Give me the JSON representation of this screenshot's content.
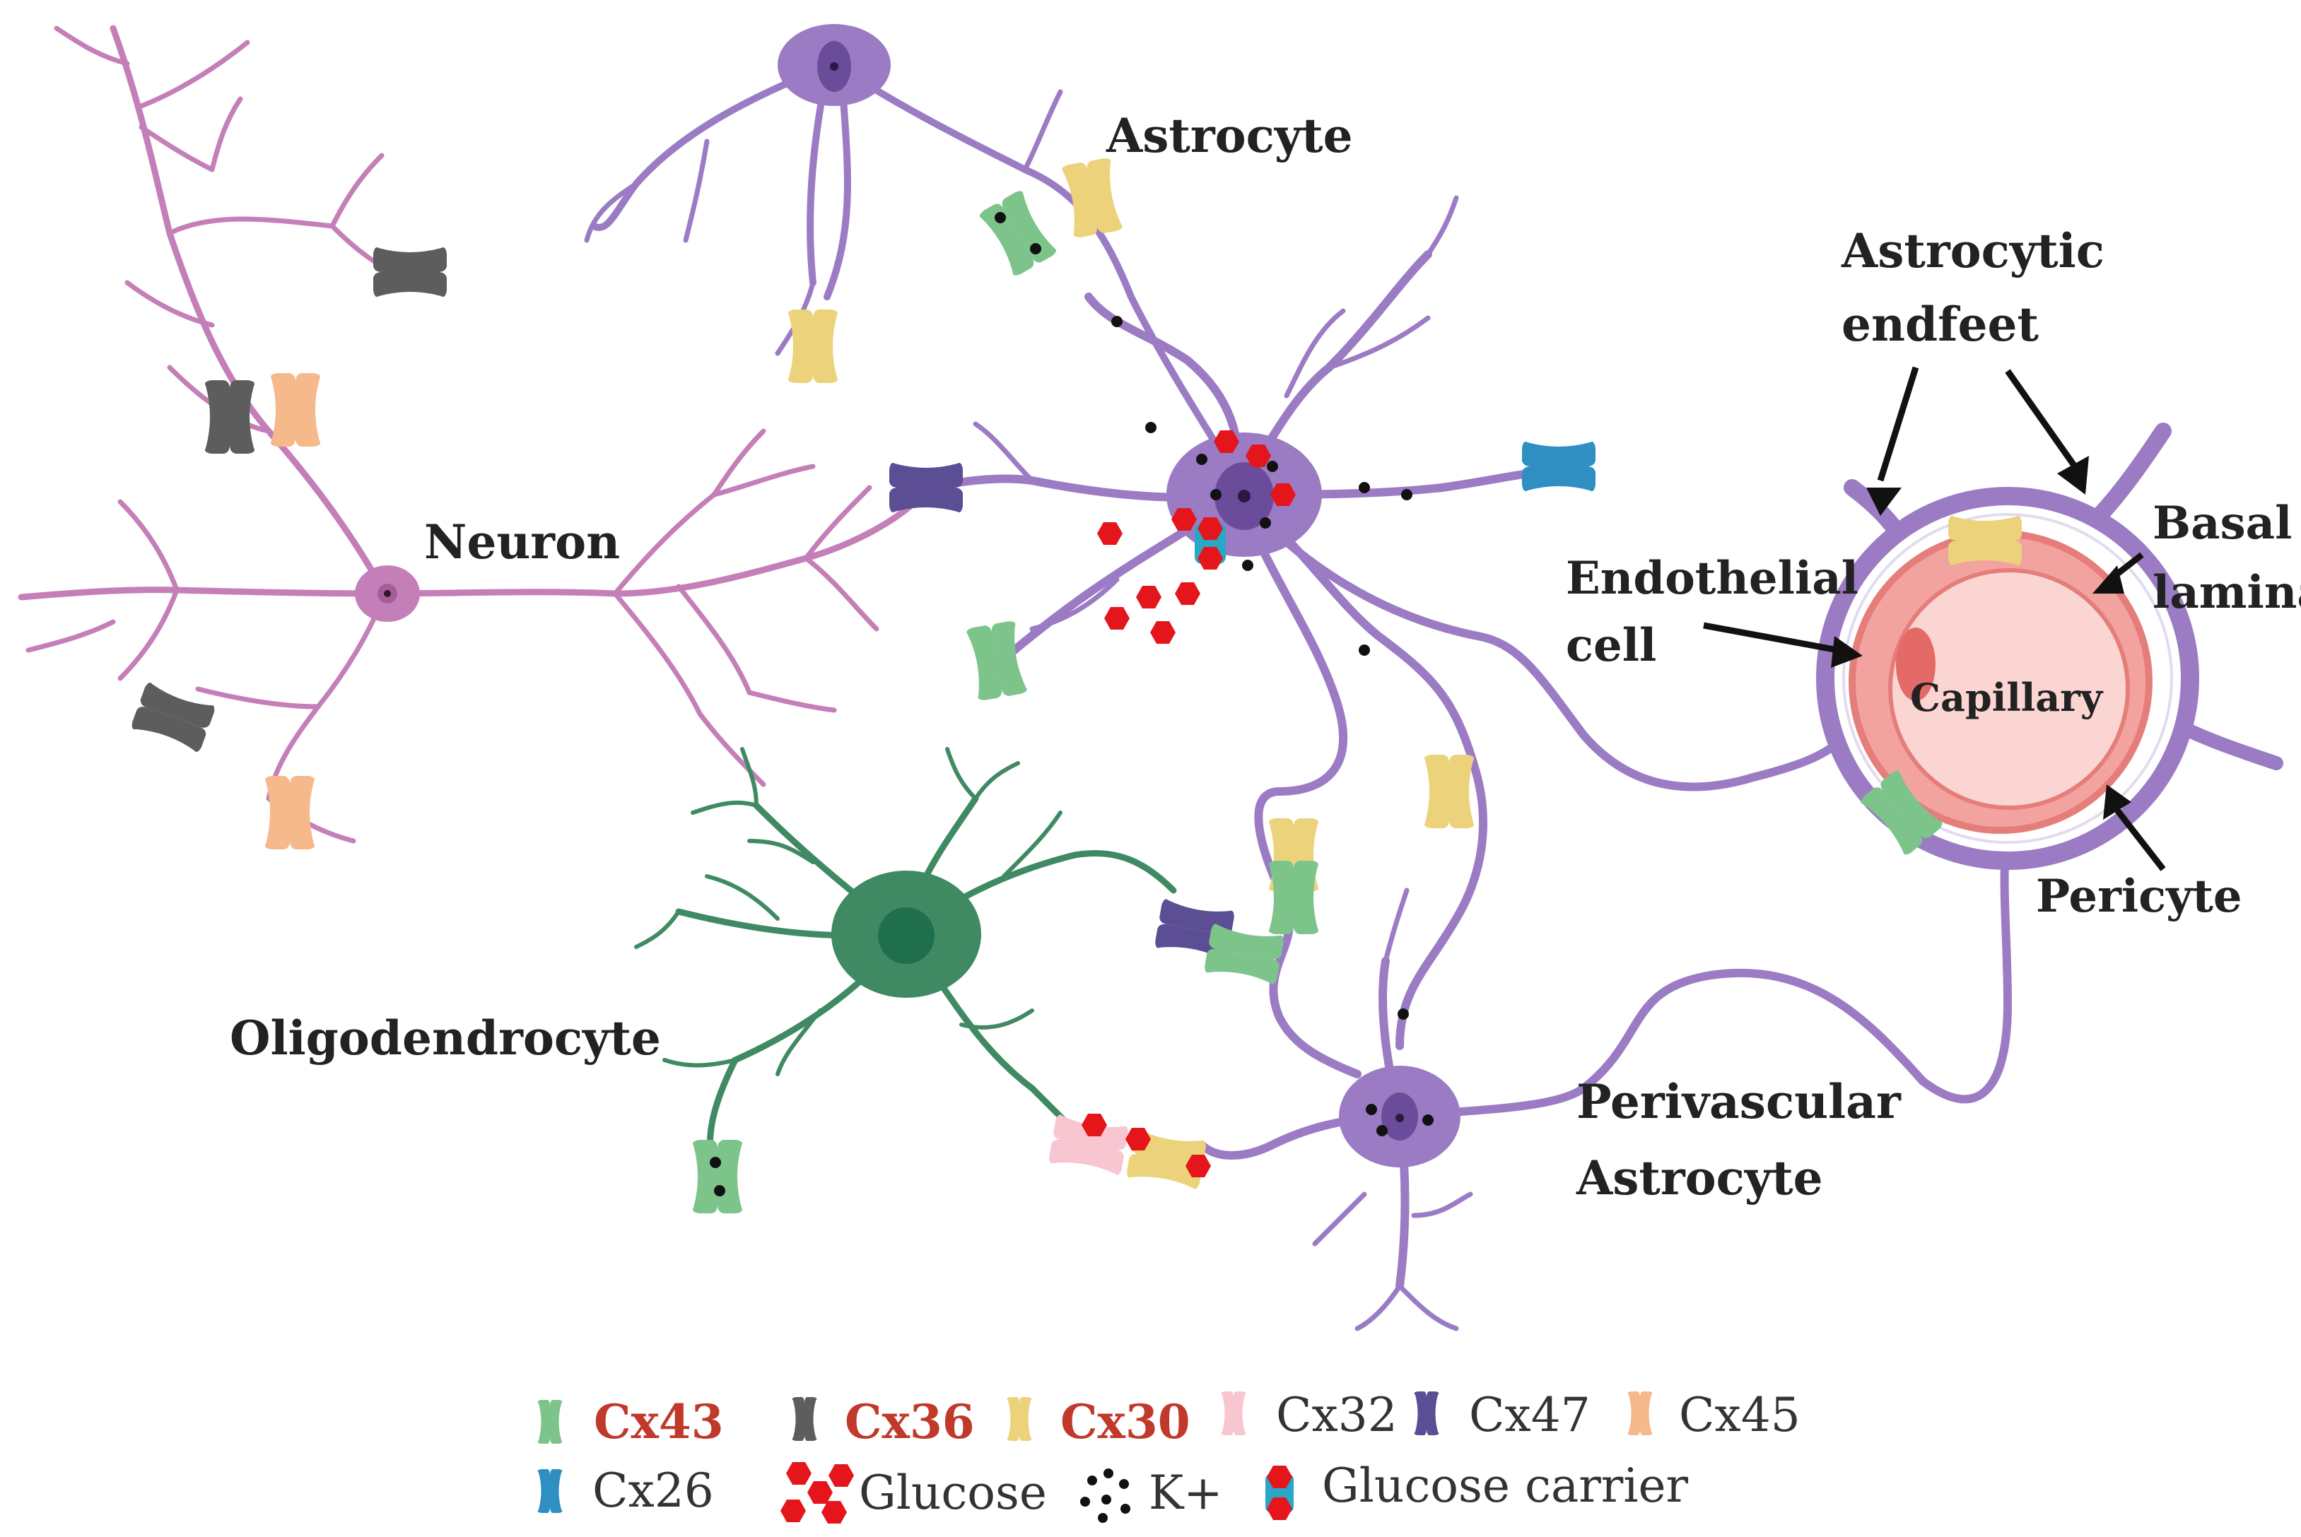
{
  "labels": {
    "astrocyte": "Astrocyte",
    "neuron": "Neuron",
    "astrocytic_endfeet_line1": "Astrocytic",
    "astrocytic_endfeet_line2": "endfeet",
    "basal_lamina_line1": "Basal",
    "basal_lamina_line2": "lamina",
    "endothelial_line1": "Endothelial",
    "endothelial_line2": "cell",
    "capillary": "Capillary",
    "pericyte": "Pericyte",
    "oligodendrocyte": "Oligodendrocyte",
    "perivascular_line1": "Perivascular",
    "perivascular_line2": "Astrocyte"
  },
  "legend": [
    {
      "label": "Cx43",
      "color": "#7cc48a",
      "highlight": true,
      "icon": "channel-icon"
    },
    {
      "label": "Cx36",
      "color": "#5d5d5d",
      "highlight": true,
      "icon": "channel-icon"
    },
    {
      "label": "Cx30",
      "color": "#ecd27a",
      "highlight": true,
      "icon": "channel-icon"
    },
    {
      "label": "Cx32",
      "color": "#f7c6d0",
      "highlight": false,
      "icon": "channel-icon"
    },
    {
      "label": "Cx47",
      "color": "#5b4e95",
      "highlight": false,
      "icon": "channel-icon"
    },
    {
      "label": "Cx45",
      "color": "#f5b98c",
      "highlight": false,
      "icon": "channel-icon"
    },
    {
      "label": "Cx26",
      "color": "#2f8fc3",
      "highlight": false,
      "icon": "channel-icon"
    },
    {
      "label": "Glucose",
      "color": "#e4151b",
      "highlight": false,
      "icon": "glucose-dots-icon"
    },
    {
      "label": "K+",
      "color": "#111111",
      "highlight": false,
      "icon": "potassium-dots-icon"
    },
    {
      "label": "Glucose carrier",
      "color": "#2aa6c6",
      "highlight": false,
      "icon": "glucose-carrier-icon"
    }
  ],
  "colors": {
    "astrocyte": "#9b7cc4",
    "astrocyte_dark": "#6a4c9a",
    "neuron": "#c57fb8",
    "oligodendrocyte": "#3f8a63",
    "capillary": "#f2a3a0",
    "pericyte": "#a9c8ef",
    "legend_highlight": "#c0392b"
  }
}
